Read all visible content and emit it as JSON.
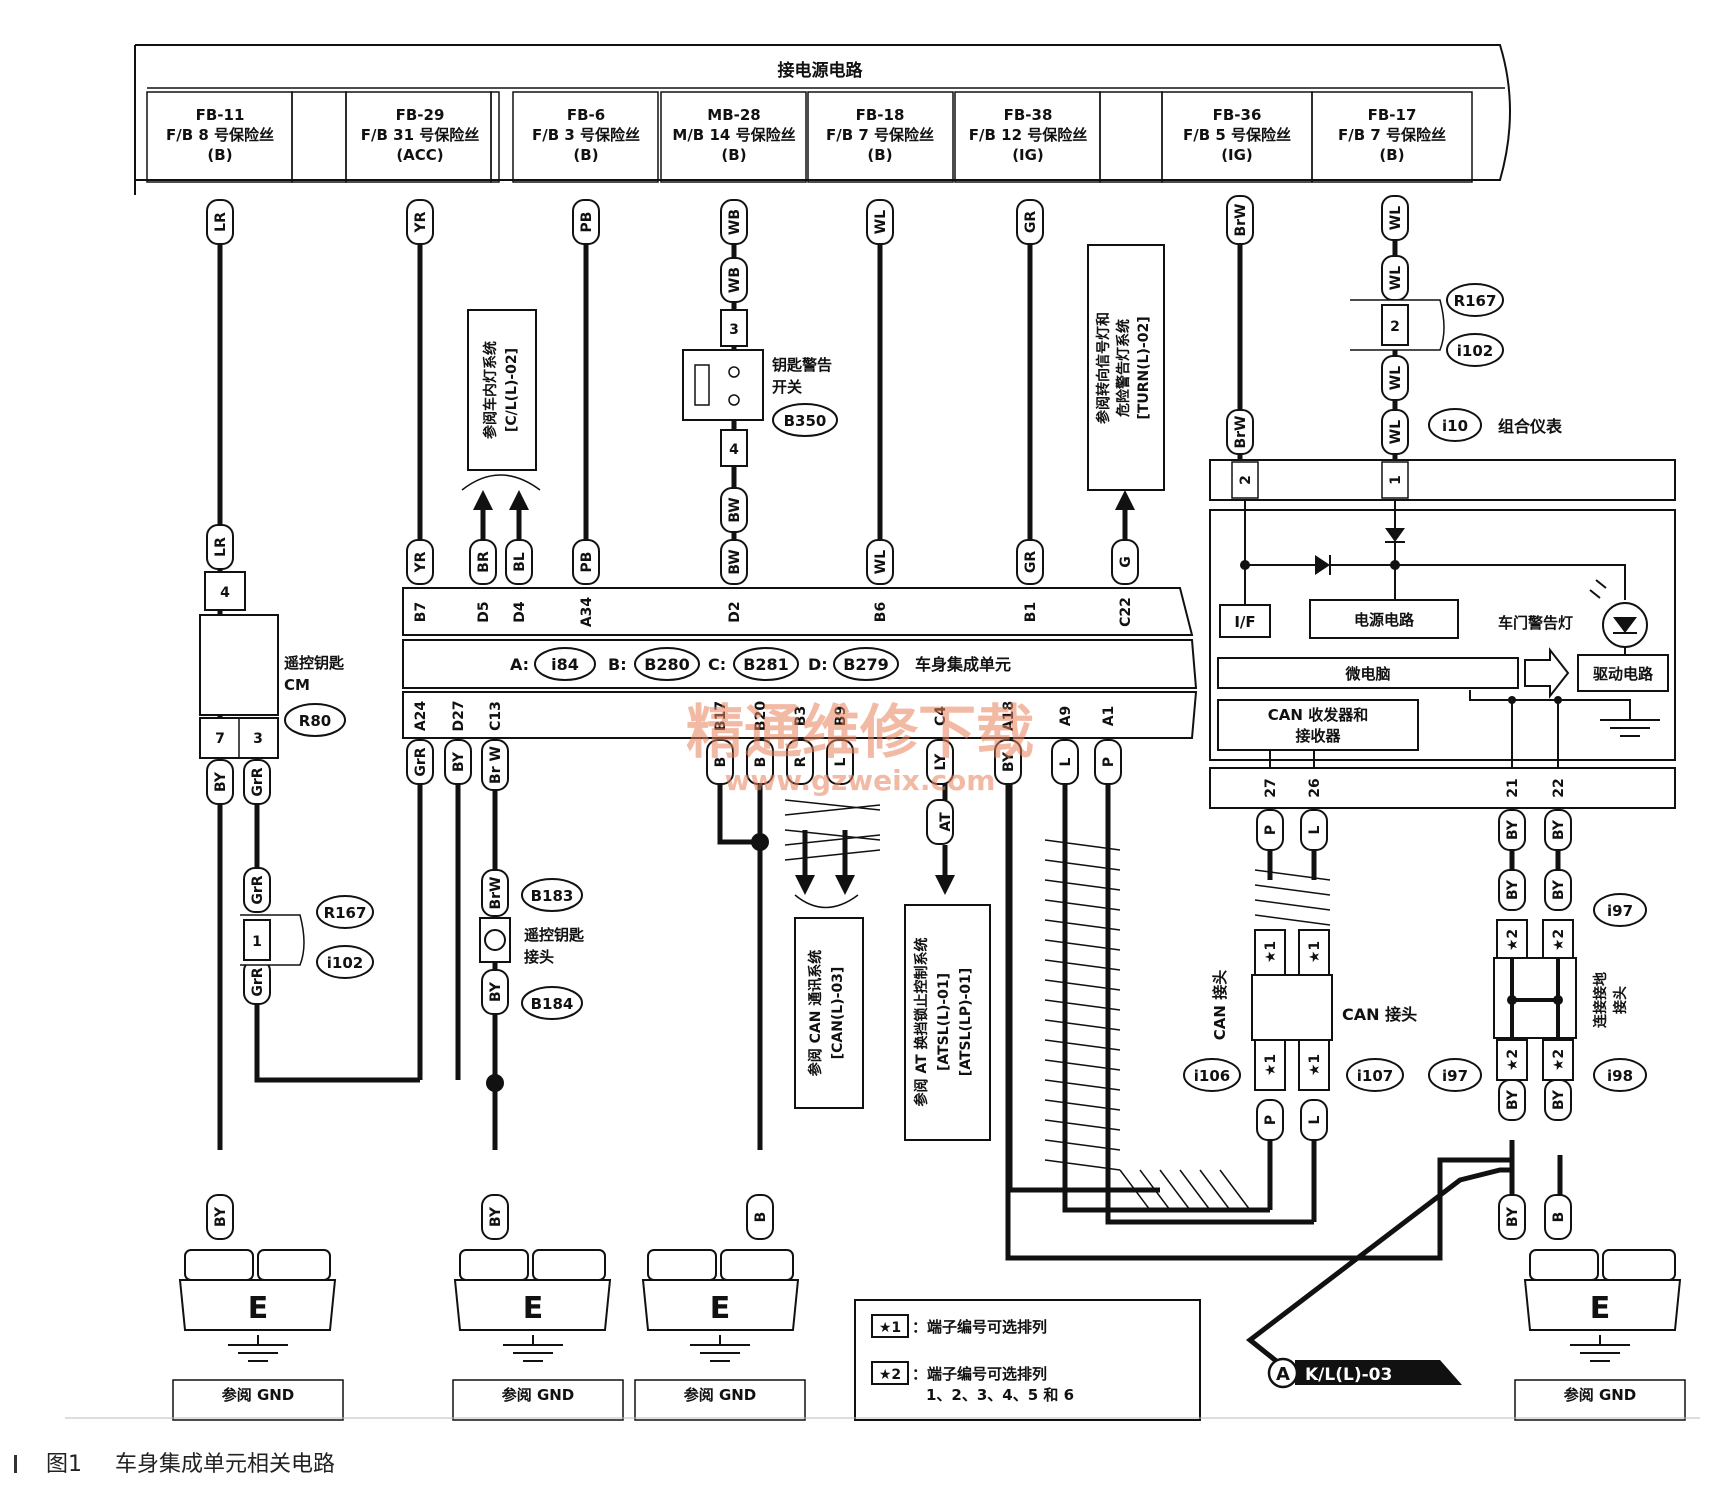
{
  "header": {
    "title": "接电源电路"
  },
  "fuses": [
    {
      "code": "FB-11",
      "name": "F/B 8 号保险丝",
      "mode": "(B)"
    },
    {
      "code": "FB-29",
      "name": "F/B 31 号保险丝",
      "mode": "(ACC)"
    },
    {
      "code": "FB-6",
      "name": "F/B 3 号保险丝",
      "mode": "(B)"
    },
    {
      "code": "MB-28",
      "name": "M/B 14 号保险丝",
      "mode": "(B)"
    },
    {
      "code": "FB-18",
      "name": "F/B 7 号保险丝",
      "mode": "(B)"
    },
    {
      "code": "FB-38",
      "name": "F/B 12 号保险丝",
      "mode": "(IG)"
    },
    {
      "code": "FB-36",
      "name": "F/B 5 号保险丝",
      "mode": "(IG)"
    },
    {
      "code": "FB-17",
      "name": "F/B 7 号保险丝",
      "mode": "(B)"
    }
  ],
  "wires": {
    "LR": "LR",
    "YR": "YR",
    "PB": "PB",
    "WB": "WB",
    "WL": "WL",
    "GR": "GR",
    "BrW": "BrW",
    "BW": "BW",
    "BR": "BR",
    "BL": "BL",
    "G": "G",
    "BY": "BY",
    "GrR": "GrR",
    "B": "B",
    "R": "R",
    "L": "L",
    "LY": "LY",
    "P": "P",
    "BrWb": "Br W"
  },
  "pins": {
    "p1": "1",
    "p2": "2",
    "p3": "3",
    "p4": "4",
    "p7": "7",
    "B7": "B7",
    "D5": "D5",
    "D4": "D4",
    "A34": "A34",
    "D2": "D2",
    "B6": "B6",
    "B1": "B1",
    "C22": "C22",
    "A24": "A24",
    "D27": "D27",
    "C13": "C13",
    "B17": "B17",
    "B20": "B20",
    "B3": "B3",
    "B9": "B9",
    "C4": "C4",
    "A18": "A18",
    "A9": "A9",
    "A1": "A1",
    "p27": "27",
    "p26": "26",
    "p21": "21",
    "p22": "22",
    "s1": "★1",
    "s2": "★2"
  },
  "connectors": {
    "R167": "R167",
    "i102": "i102",
    "B350": "B350",
    "i10": "i10",
    "R80": "R80",
    "i84": "i84",
    "B280": "B280",
    "B281": "B281",
    "B279": "B279",
    "B183": "B183",
    "B184": "B184",
    "i97": "i97",
    "i106": "i106",
    "i107": "i107",
    "i98": "i98"
  },
  "labels": {
    "key_warn": "钥匙警告",
    "key_warn2": "开关",
    "combo_meter": "组合仪表",
    "remote_cm": "遥控钥匙",
    "remote_cm2": "CM",
    "bcm": "车身集成单元",
    "pfx_a": "A:",
    "pfx_b": "B:",
    "pfx_c": "C:",
    "pfx_d": "D:",
    "ref_room_1": "参阅车内灯系统",
    "ref_room_2": "[C/L(L)-02]",
    "ref_turn_1": "参阅转向信号灯和",
    "ref_turn_2": "危险警告灯系统",
    "ref_turn_3": "[TURN(L)-02]",
    "ref_can_1": "参阅 CAN 通讯系统",
    "ref_can_2": "[CAN(L)-03]",
    "ref_at_1": "参阅 AT 换挡锁止控制系统",
    "ref_at_2": "[ATSL(L)-01]",
    "ref_at_3": "[ATSL(LP)-01]",
    "remote_joint": "遥控钥匙",
    "remote_joint2": "接头",
    "IF": "I/F",
    "power": "电源电路",
    "door_lamp": "车门警告灯",
    "micro": "微电脑",
    "drive": "驱动电路",
    "can_tr1": "CAN 收发器和",
    "can_tr2": "接收器",
    "can_joint_v": "CAN 接头",
    "can_joint_h": "CAN 接头",
    "gnd_joint_1": "连接接地",
    "gnd_joint_2": "接头",
    "at": "AT",
    "E": "E",
    "gnd": "参阅 GND",
    "note1": "：端子编号可选排列",
    "note2": "：端子编号可选排列",
    "note2b": "1、2、3、4、5 和 6",
    "kl": "K/L(L)-03",
    "A": "A",
    "watermark": "精通维修下载",
    "watermark_url": "www.gzweix.com"
  },
  "caption": {
    "num": "图1",
    "text": "车身集成单元相关电路"
  }
}
